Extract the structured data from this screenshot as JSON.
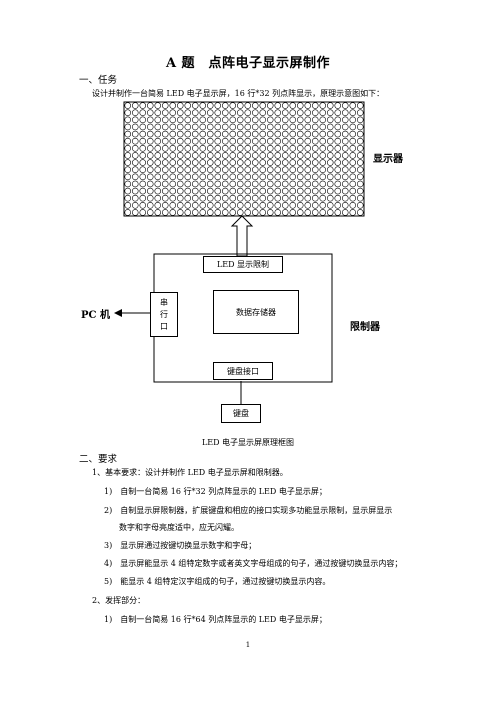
{
  "doc": {
    "title": "A 题　点阵电子显示屏制作",
    "section1": "一、任务",
    "task_text": "设计并制作一台简易 LED 电子显示屏，16 行*32 列点阵显示，原理示意图如下：",
    "section2": "二、要求",
    "req_basic": "1、基本要求：设计并制作 LED 电子显示屏和限制器。",
    "req_items": [
      "1)　自制一台简易 16 行*32 列点阵显示的 LED 电子显示屏；",
      "2)　自制显示屏限制器，扩展键盘和相应的接口实现多功能显示限制，显示屏显示",
      "数字和字母亮度适中，应无闪耀。",
      "3)　显示屏通过按键切换显示数字和字母；",
      "4)　显示屏能显示 4 组特定数字或者英文字母组成的句子，通过按键切换显示内容；",
      "5)　能显示 4 组特定汉字组成的句子，通过按键切换显示内容。"
    ],
    "req_extra": "2、发挥部分：",
    "extra_items": [
      "1)　自制一台简易 16 行*64 列点阵显示的 LED 电子显示屏；"
    ],
    "page_number": "1"
  },
  "diagram": {
    "display_label": "显示器",
    "led_control": "LED 显示限制",
    "serial_chars": [
      "串",
      "行",
      "口"
    ],
    "memory": "数据存储器",
    "keyboard_iface": "键盘接口",
    "keyboard": "键盘",
    "pc_label": "PC 机",
    "controller_label": "限制器",
    "caption": "LED 电子显示屏原理框图",
    "matrix_rows": 16,
    "matrix_cols": 32
  }
}
